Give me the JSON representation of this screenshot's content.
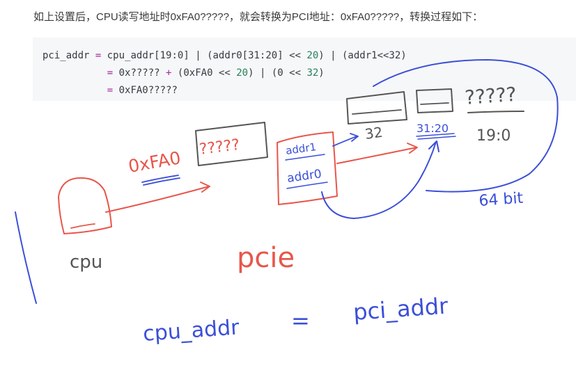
{
  "intro_text": "如上设置后，CPU读写地址时0xFA0?????，就会转换为PCI地址：0xFA0?????，转换过程如下：",
  "code": {
    "line1": {
      "lhs": "pci_addr",
      "eq": "=",
      "p1": "cpu_addr[19:0]",
      "bar1": "|",
      "p2a": "(addr0[31:20]",
      "shl": "<<",
      "n20": "20",
      "p2b": ")",
      "bar2": "|",
      "p3": "(addr1<<32)"
    },
    "line2": {
      "eq": "=",
      "p1": "0x?????",
      "plus": "+",
      "p2a": "(0xFA0",
      "shl": "<<",
      "n20": "20",
      "p2b": ")",
      "bar": "|",
      "p3a": "(0",
      "shl2": "<<",
      "n32": "32",
      "p3b": ")"
    },
    "line3": {
      "eq": "=",
      "val": "0xFA0?????"
    }
  },
  "sketch": {
    "red_value": "0xFA0",
    "qmarks_box": "?????",
    "reg_addr1": "addr1",
    "reg_addr0": "addr0",
    "label_32": "32",
    "label_3120": "31:20",
    "label_q5": "?????",
    "label_190": "19:0",
    "label_64bit": "64 bit",
    "label_cpu": "cpu",
    "label_pcie": "pcie",
    "eq_left": "cpu_addr",
    "eq_sign": "=",
    "eq_right": "pci_addr",
    "colors": {
      "red": "#e8564b",
      "blue": "#3b4fd8",
      "gray": "#555555"
    }
  }
}
